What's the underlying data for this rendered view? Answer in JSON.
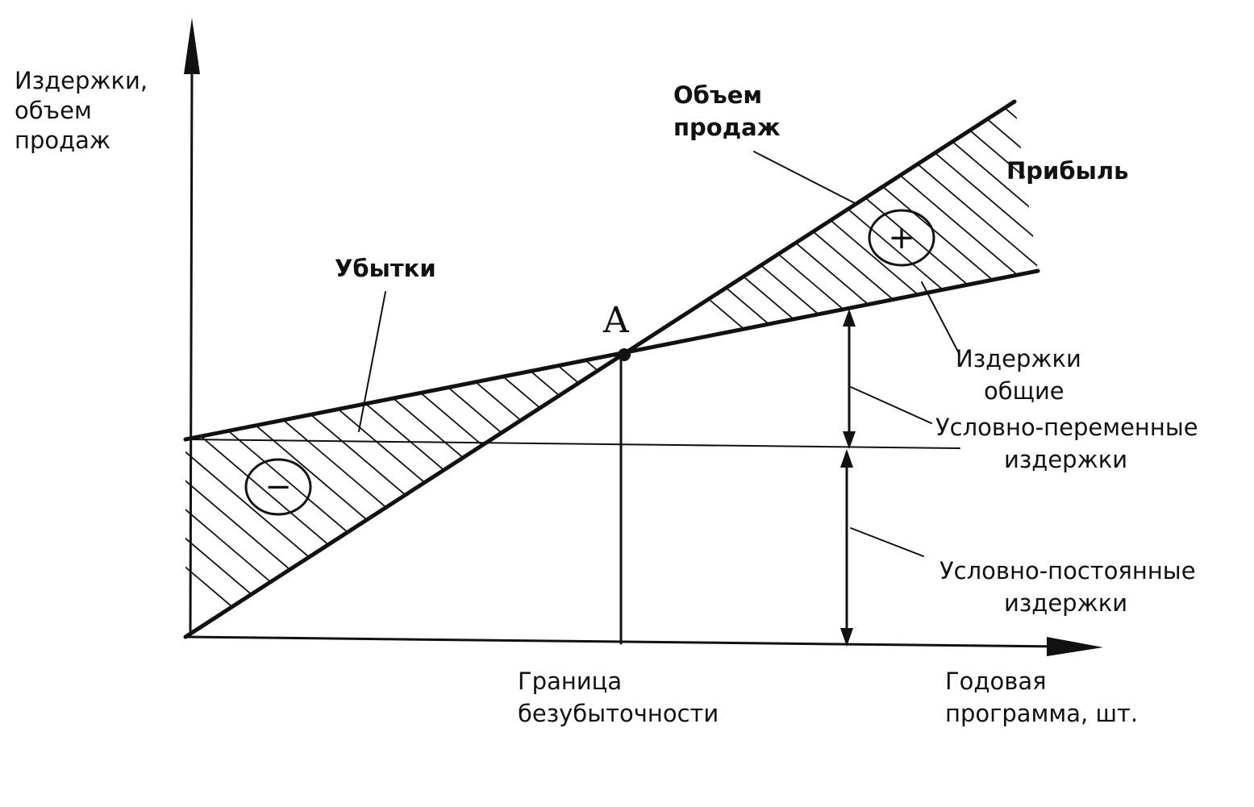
{
  "y_axis_label": [
    "Издержки,",
    "объем",
    "продаж"
  ],
  "x_axis_label": [
    "Годовая",
    "программа, шт."
  ],
  "sales_label": [
    "Объем",
    "продаж"
  ],
  "profit_label": "Прибыль",
  "loss_label": "Убытки",
  "point_label": "A",
  "total_costs_label": [
    "Издержки",
    "общие"
  ],
  "variable_costs_label": [
    "Условно-переменные",
    "издержки"
  ],
  "fixed_costs_label": [
    "Условно-постоянные",
    "издержки"
  ],
  "breakeven_label": [
    "Граница",
    "безубыточности"
  ],
  "profit_sign": "+",
  "loss_sign": "−"
}
